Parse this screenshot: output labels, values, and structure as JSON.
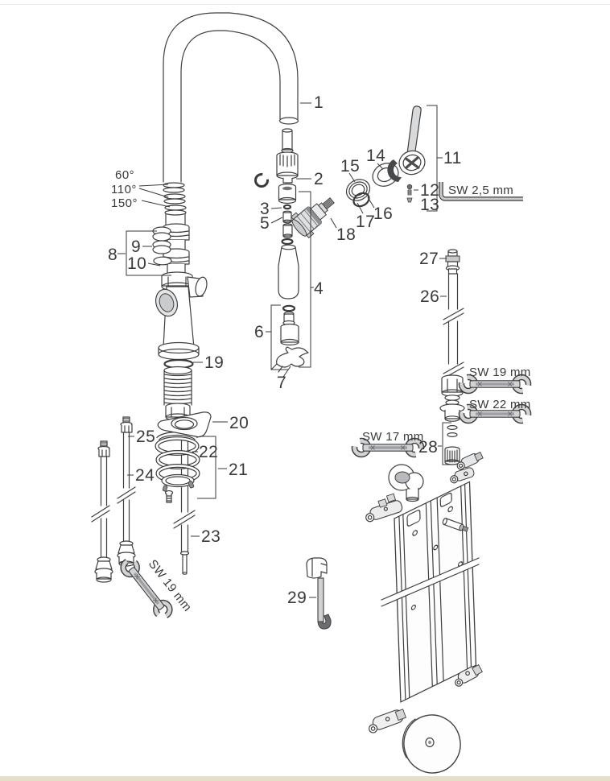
{
  "diagram_type": "exploded-parts-diagram",
  "colors": {
    "background": "#ffffff",
    "line": "#3f3f3f",
    "label_text": "#3a3a3a",
    "tool_fill": "#d2d3d5",
    "tool_shade": "#9d9fa2",
    "dark_shade": "#46484a",
    "bottom_edge_strip": "#e4dfcc"
  },
  "callouts": {
    "n1": "1",
    "n2": "2",
    "n3": "3",
    "n4": "4",
    "n5": "5",
    "n6": "6",
    "n7": "7",
    "n8": "8",
    "n9": "9",
    "n10": "10",
    "n11": "11",
    "n12": "12",
    "n13": "13",
    "n14": "14",
    "n15": "15",
    "n16": "16",
    "n17": "17",
    "n18": "18",
    "n19": "19",
    "n20": "20",
    "n21": "21",
    "n22": "22",
    "n23": "23",
    "n24": "24",
    "n25": "25",
    "n26": "26",
    "n27": "27",
    "n28": "28",
    "n29": "29"
  },
  "angles": {
    "a60": "60°",
    "a110": "110°",
    "a150": "150°"
  },
  "tools": {
    "allen": "SW 2,5 mm",
    "w19r": "SW 19 mm",
    "w22": "SW 22 mm",
    "w17": "SW 17 mm",
    "w19l": "SW 19 mm"
  }
}
